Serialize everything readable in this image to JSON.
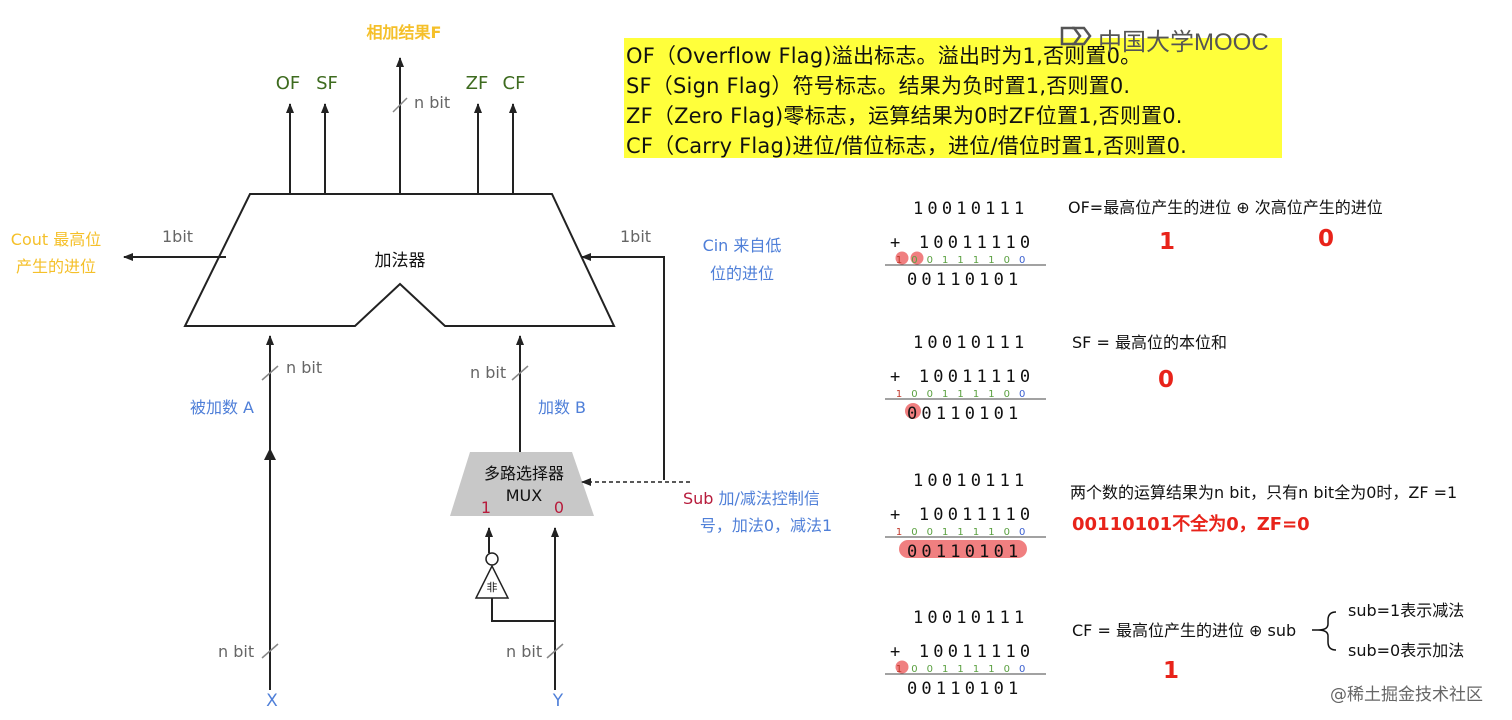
{
  "logo": {
    "text": "中国大学MOOC"
  },
  "watermark": {
    "text": "@稀土掘金技术社区"
  },
  "notes": [
    "OF（Overflow Flag)溢出标志。溢出时为1,否则置0。",
    "SF（Sign Flag）符号标志。结果为负时置1,否则置0.",
    "ZF（Zero Flag)零标志，运算结果为0时ZF位置1,否则置0.",
    "CF（Carry Flag)进位/借位标志，进位/借位时置1,否则置0."
  ],
  "diagram": {
    "result_label": "相加结果F",
    "flags": {
      "of": "OF",
      "sf": "SF",
      "zf": "ZF",
      "cf": "CF"
    },
    "nbit": "n bit",
    "onebit": "1bit",
    "adder_label": "加法器",
    "cout_line1": "Cout 最高位",
    "cout_line2": "产生的进位",
    "cin_line1": "Cin 来自低",
    "cin_line2": "位的进位",
    "input_a_label": "被加数 A",
    "input_b_label": "加数 B",
    "mux_line1": "多路选择器",
    "mux_line2": "MUX",
    "mux_in1": "1",
    "mux_in0": "0",
    "not_label": "非",
    "sub_word": "Sub",
    "sub_rest1": " 加/减法控制信",
    "sub_line2": "号，加法0，减法1",
    "x_label": "X",
    "y_label": "Y"
  },
  "examples": [
    {
      "a": "10010111",
      "b": "+ 10011110",
      "carries": [
        "1",
        "0",
        "0",
        "1",
        "1",
        "1",
        "1",
        "0",
        "0"
      ],
      "sum": "00110101",
      "desc": "OF=最高位产生的进位 ⊕ 次高位产生的进位",
      "values": [
        "1",
        "0"
      ]
    },
    {
      "a": "10010111",
      "b": "+ 10011110",
      "carries": [
        "1",
        "0",
        "0",
        "1",
        "1",
        "1",
        "1",
        "0",
        "0"
      ],
      "sum": "00110101",
      "desc": "SF = 最高位的本位和",
      "values": [
        "0"
      ]
    },
    {
      "a": "10010111",
      "b": "+ 10011110",
      "carries": [
        "1",
        "0",
        "0",
        "1",
        "1",
        "1",
        "1",
        "0",
        "0"
      ],
      "sum": "00110101",
      "desc": "两个数的运算结果为n bit，只有n bit全为0时，ZF =1",
      "values": [
        "00110101不全为0，ZF=0"
      ]
    },
    {
      "a": "10010111",
      "b": "+ 10011110",
      "carries": [
        "1",
        "0",
        "0",
        "1",
        "1",
        "1",
        "1",
        "0",
        "0"
      ],
      "sum": "00110101",
      "desc": "CF = 最高位产生的进位 ⊕ sub",
      "values": [
        "1"
      ],
      "brace_top": "sub=1表示减法",
      "brace_bottom": "sub=0表示加法"
    }
  ],
  "colors": {
    "flag_green": "#3e6b1f",
    "label_blue": "#4f7fd8",
    "label_gold": "#f5c02a",
    "mux_red": "#b71c3c",
    "value_red": "#e8231a",
    "carry_green": "#5aa040",
    "carry_blue": "#3a5fcf",
    "highlight_pink": "#f07f80",
    "note_bg": "#ffff3b"
  }
}
